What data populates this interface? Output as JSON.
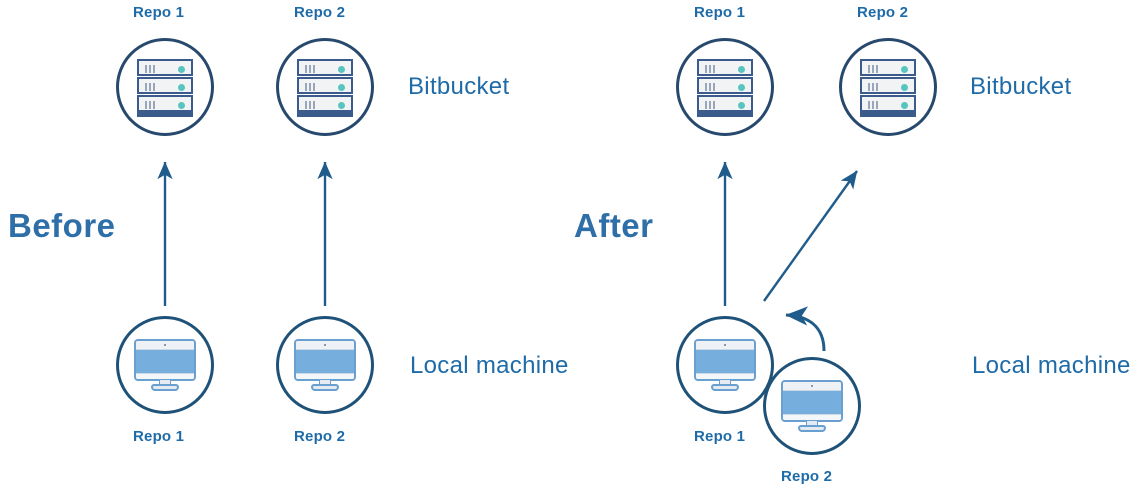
{
  "diagram": {
    "title_before": "Before",
    "title_after": "After",
    "colors": {
      "label_blue": "#1e6ba8",
      "phase_blue": "#2f6fa8",
      "circle_border": "#27496d",
      "arrow": "#1f5c8b",
      "server_dot_teal": "#57c4c0",
      "monitor_screen": "#76aede"
    }
  },
  "before": {
    "phase_label": "Before",
    "remote_tier_label": "Bitbucket",
    "local_tier_label": "Local machine",
    "remote_nodes": [
      {
        "label": "Repo 1",
        "icon": "server-icon"
      },
      {
        "label": "Repo 2",
        "icon": "server-icon"
      }
    ],
    "local_nodes": [
      {
        "label": "Repo 1",
        "icon": "monitor-icon"
      },
      {
        "label": "Repo 2",
        "icon": "monitor-icon"
      }
    ],
    "arrows": [
      {
        "name": "push-arrow-repo-1",
        "from": "local-repo-1",
        "to": "remote-repo-1"
      },
      {
        "name": "push-arrow-repo-2",
        "from": "local-repo-2",
        "to": "remote-repo-2"
      }
    ]
  },
  "after": {
    "phase_label": "After",
    "remote_tier_label": "Bitbucket",
    "local_tier_label": "Local machine",
    "remote_nodes": [
      {
        "label": "Repo 1",
        "icon": "server-icon"
      },
      {
        "label": "Repo 2",
        "icon": "server-icon"
      }
    ],
    "local_nodes": [
      {
        "label": "Repo 1",
        "icon": "monitor-icon"
      },
      {
        "label": "Repo 2",
        "icon": "monitor-icon"
      }
    ],
    "arrows": [
      {
        "name": "push-arrow-repo-1",
        "from": "local-repo-1",
        "to": "remote-repo-1"
      },
      {
        "name": "push-arrow-repo-2",
        "from": "local-repo-1",
        "to": "remote-repo-2"
      },
      {
        "name": "nested-clone-arrow",
        "from": "local-repo-2",
        "to": "local-repo-1"
      }
    ]
  }
}
